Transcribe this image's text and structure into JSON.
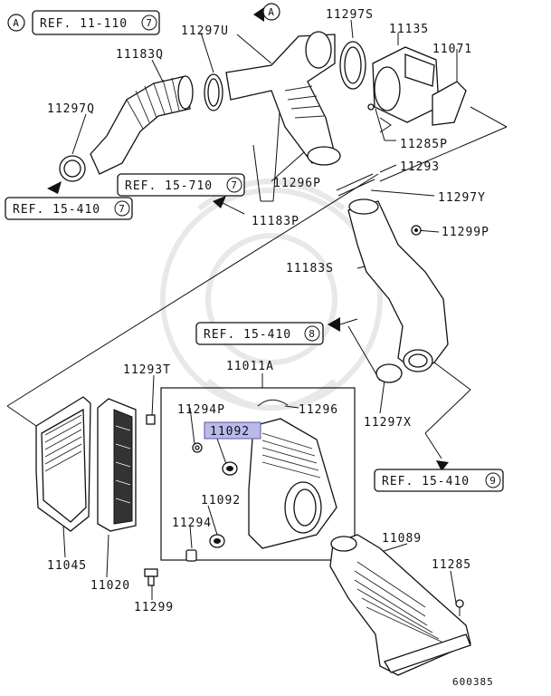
{
  "diagram": {
    "id_code": "600385",
    "highlight_color": "#b9b9ea",
    "line_color": "#111111",
    "references": [
      {
        "key": "ref_top",
        "text": "REF. 11-110",
        "circle": "7",
        "marker": "A"
      },
      {
        "key": "ref_15_710",
        "text": "REF. 15-710",
        "circle": "7"
      },
      {
        "key": "ref_15_410_left",
        "text": "REF. 15-410",
        "circle": "7"
      },
      {
        "key": "ref_15_410_mid",
        "text": "REF. 15-410",
        "circle": "8"
      },
      {
        "key": "ref_15_410_right",
        "text": "REF. 15-410",
        "circle": "9"
      }
    ],
    "markers": {
      "a_left": "A",
      "a_top": "A"
    },
    "parts": {
      "p11297U": "11297U",
      "p11297S": "11297S",
      "p11135": "11135",
      "p11071": "11071",
      "p11183Q": "11183Q",
      "p11297Q": "11297Q",
      "p11285P_top": "11285P",
      "p11293": "11293",
      "p11296P": "11296P",
      "p11297Y": "11297Y",
      "p11183P": "11183P",
      "p11299P": "11299P",
      "p11183S": "11183S",
      "p11293T": "11293T",
      "p11011A": "11011A",
      "p11294P": "11294P",
      "p11296": "11296",
      "p11092_hl": "11092",
      "p11092": "11092",
      "p11294": "11294",
      "p11297X": "11297X",
      "p11045": "11045",
      "p11020": "11020",
      "p11299": "11299",
      "p11089": "11089",
      "p11285": "11285"
    }
  }
}
